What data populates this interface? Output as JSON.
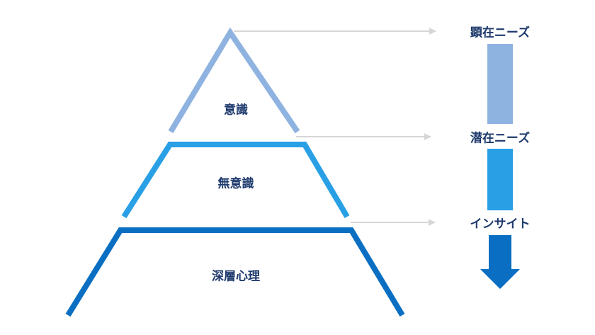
{
  "layers": [
    {
      "label": "意識",
      "color": "#8fb3e0"
    },
    {
      "label": "無意識",
      "color": "#29a0e6"
    },
    {
      "label": "深層心理",
      "color": "#0a6fc2"
    }
  ],
  "needs": [
    {
      "label": "顕在ニーズ"
    },
    {
      "label": "潜在ニーズ"
    },
    {
      "label": "インサイト"
    }
  ],
  "colors": {
    "text": "#1e3a6d",
    "connector": "#d6d6d6"
  }
}
